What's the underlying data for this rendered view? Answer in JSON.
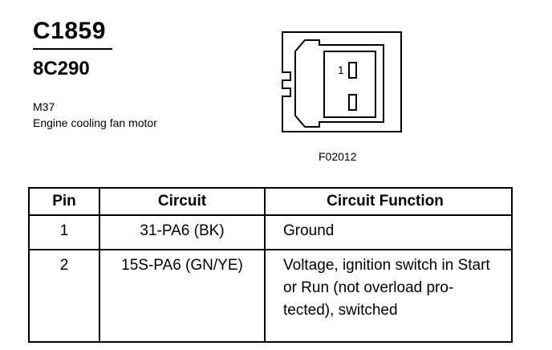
{
  "header": {
    "connector_id": "C1859",
    "part_number": "8C290",
    "location_code": "M37",
    "component_name": "Engine cooling fan motor"
  },
  "diagram": {
    "pin_label": "1",
    "figure_id": "F02012"
  },
  "table": {
    "headers": [
      "Pin",
      "Circuit",
      "Circuit Function"
    ],
    "rows": [
      {
        "pin": "1",
        "circuit": "31-PA6 (BK)",
        "function": "Ground"
      },
      {
        "pin": "2",
        "circuit": "15S-PA6 (GN/YE)",
        "function": "Voltage, ignition switch in Start or Run (not overload pro- tected), switched"
      }
    ]
  }
}
